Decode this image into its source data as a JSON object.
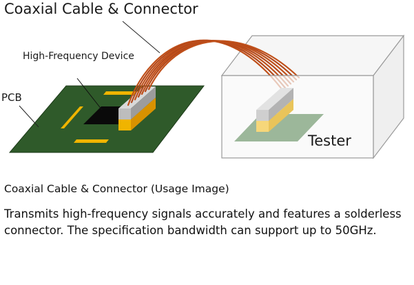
{
  "labels": {
    "title": "Coaxial Cable & Connector",
    "device": "High-Frequency Device",
    "pcb": "PCB",
    "tester": "Tester"
  },
  "caption": "Coaxial Cable & Connector (Usage Image)",
  "description": "Transmits high-frequency signals accurately and features a solderless connector. The specification bandwidth can support up to 50GHz.",
  "colors": {
    "pcb_green": "#2f5a2a",
    "gold_pad": "#f0b400",
    "chip_black": "#0a0a0a",
    "connector_gray": "#c4c4c4",
    "cable_copper": "#c0501a",
    "tester_board": "#9cb79a"
  }
}
